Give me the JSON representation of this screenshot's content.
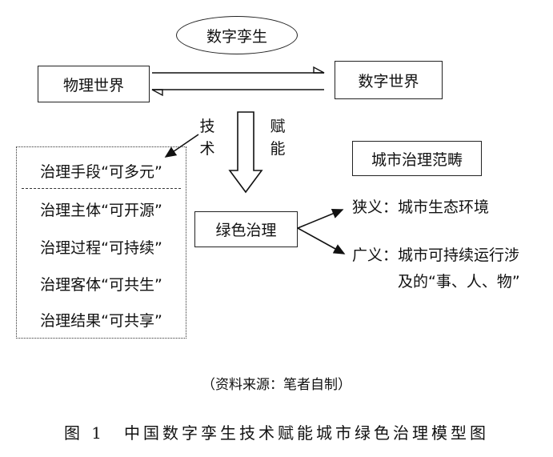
{
  "nodes": {
    "digital_twin": "数字孪生",
    "physical_world": "物理世界",
    "digital_world": "数字世界",
    "urban_governance_scope": "城市治理范畴",
    "green_governance": "绿色治理"
  },
  "edge_labels": {
    "technology": "技术",
    "empower": "赋能"
  },
  "governance_items": [
    "治理手段“可多元”",
    "治理主体“可开源”",
    "治理过程“可持续”",
    "治理客体“可共生”",
    "治理结果“可共享”"
  ],
  "scope": {
    "narrow": "狭义：城市生态环境",
    "broad_line1": "广义：城市可持续运行涉",
    "broad_line2": "及的“事、人、物”"
  },
  "source_note": "（资料来源：笔者自制）",
  "figure_caption": "图 1　中国数字孪生技术赋能城市绿色治理模型图"
}
